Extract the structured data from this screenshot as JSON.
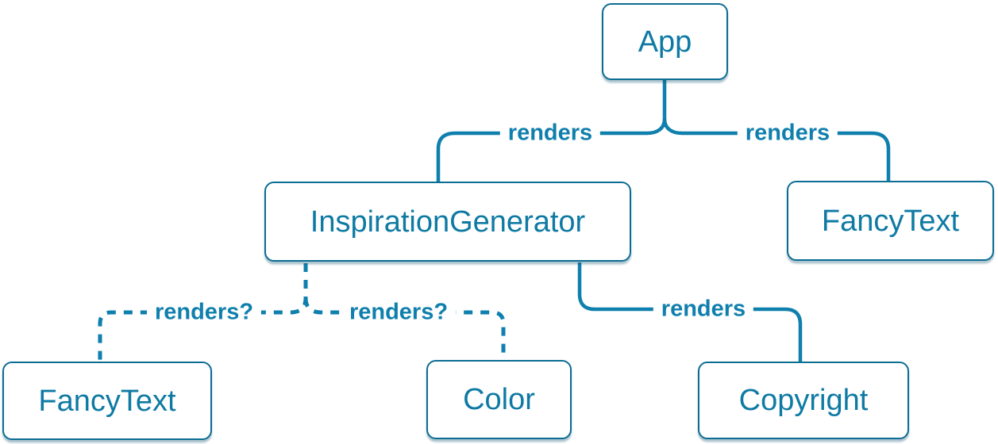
{
  "diagram": {
    "description": "React component render tree",
    "colors": {
      "line": "#0f7fad",
      "node_border": "#0c6d93",
      "node_text": "#0e7aa3",
      "background": "#ffffff"
    },
    "nodes": [
      {
        "id": "app",
        "label": "App"
      },
      {
        "id": "inspiration-generator",
        "label": "InspirationGenerator"
      },
      {
        "id": "fancy-text-top",
        "label": "FancyText"
      },
      {
        "id": "fancy-text-bottom",
        "label": "FancyText"
      },
      {
        "id": "color",
        "label": "Color"
      },
      {
        "id": "copyright",
        "label": "Copyright"
      }
    ],
    "edges": [
      {
        "from": "App",
        "to": "InspirationGenerator",
        "label": "renders",
        "style": "solid"
      },
      {
        "from": "App",
        "to": "FancyText",
        "label": "renders",
        "style": "solid"
      },
      {
        "from": "InspirationGenerator",
        "to": "Copyright",
        "label": "renders",
        "style": "solid"
      },
      {
        "from": "InspirationGenerator",
        "to": "FancyText",
        "label": "renders?",
        "style": "dashed"
      },
      {
        "from": "InspirationGenerator",
        "to": "Color",
        "label": "renders?",
        "style": "dashed"
      }
    ]
  }
}
